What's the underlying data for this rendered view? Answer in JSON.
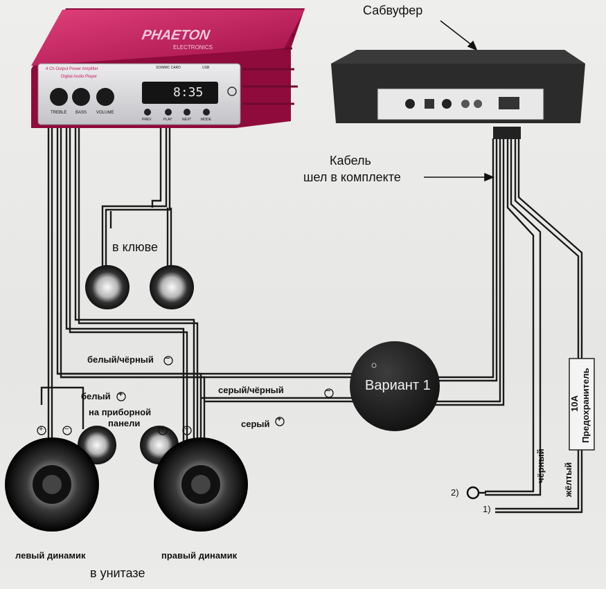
{
  "labels": {
    "subwoofer": "Сабвуфер",
    "cable_line1": "Кабель",
    "cable_line2": "шел в комплекте",
    "in_beak": "в клюве",
    "white_black": "белый/чёрный",
    "white": "белый",
    "on_panel_line1": "на приборной",
    "on_panel_line2": "панели",
    "grey_black": "серый/чёрный",
    "grey": "серый",
    "variant": "Вариант 1",
    "fuse_line1": "Предохранитель",
    "fuse_line2": "10А",
    "black": "чёрный",
    "yellow": "жёлтый",
    "terminal_2": "2)",
    "terminal_1": "1)",
    "left_speaker": "левый динамик",
    "right_speaker": "правый динамик",
    "in_toilet": "в унитазе",
    "plus": "+",
    "minus": "−"
  },
  "amplifier": {
    "brand": "PHAETON",
    "brand_sub": "ELECTRONICS",
    "model_line1": "4 Ch Output Power Amplifier",
    "model_line2": "Digital Audio Player",
    "knob_labels": [
      "TREBLE",
      "BASS",
      "VOLUME"
    ],
    "display": "8:35",
    "slot_labels": [
      "SD/MMC CARD",
      "USB"
    ],
    "button_labels": [
      "PREV",
      "PLAY",
      "NEXT",
      "MODE"
    ]
  },
  "colors": {
    "amp_body": "#c8185a",
    "amp_panel": "#d9d9dc",
    "sub_body": "#2b2b2b",
    "wire": "#1a1a1a",
    "background": "#e9e9e7"
  }
}
